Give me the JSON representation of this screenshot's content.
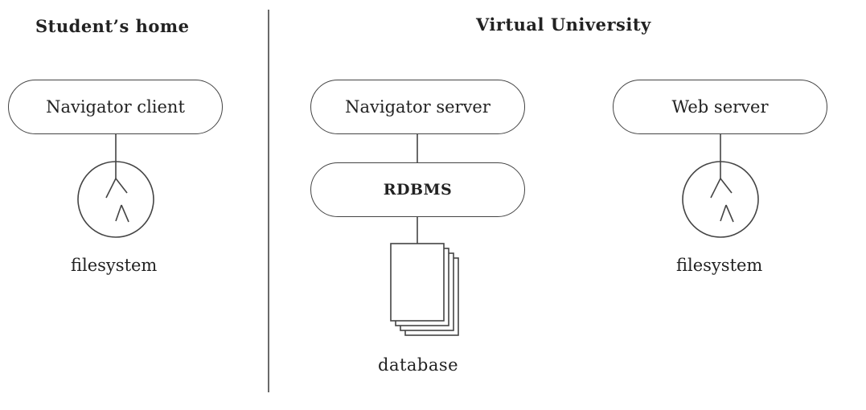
{
  "headings": {
    "left": "Student’s home",
    "right": "Virtual University"
  },
  "nodes": {
    "navigator_client": "Navigator client",
    "navigator_server": "Navigator server",
    "rdbms": "RDBMS",
    "web_server": "Web server"
  },
  "labels": {
    "filesystem_left": "filesystem",
    "filesystem_right": "filesystem",
    "database": "database"
  }
}
